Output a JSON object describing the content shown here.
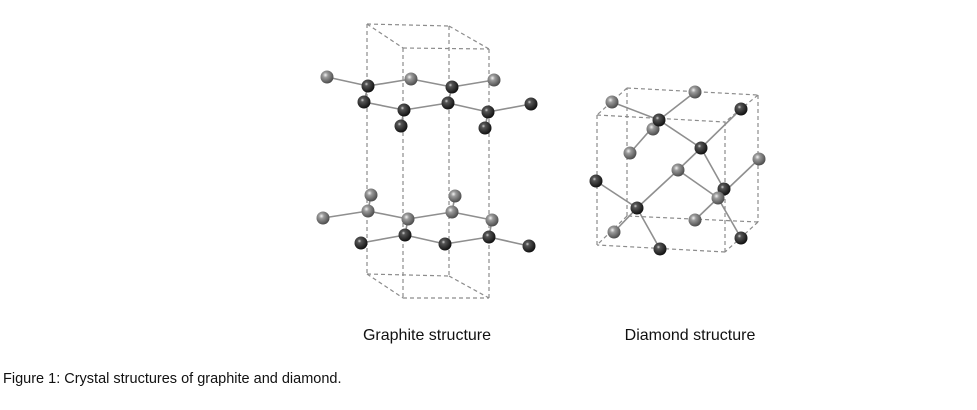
{
  "figure": {
    "caption": "Figure 1: Crystal structures of graphite and diamond.",
    "graphite": {
      "label": "Graphite structure"
    },
    "diamond": {
      "label": "Diamond structure"
    },
    "colors": {
      "atom_dark": "#2b2b2b",
      "atom_light": "#8a8a8a",
      "bond": "#888888",
      "cell_edge": "#888888"
    }
  }
}
